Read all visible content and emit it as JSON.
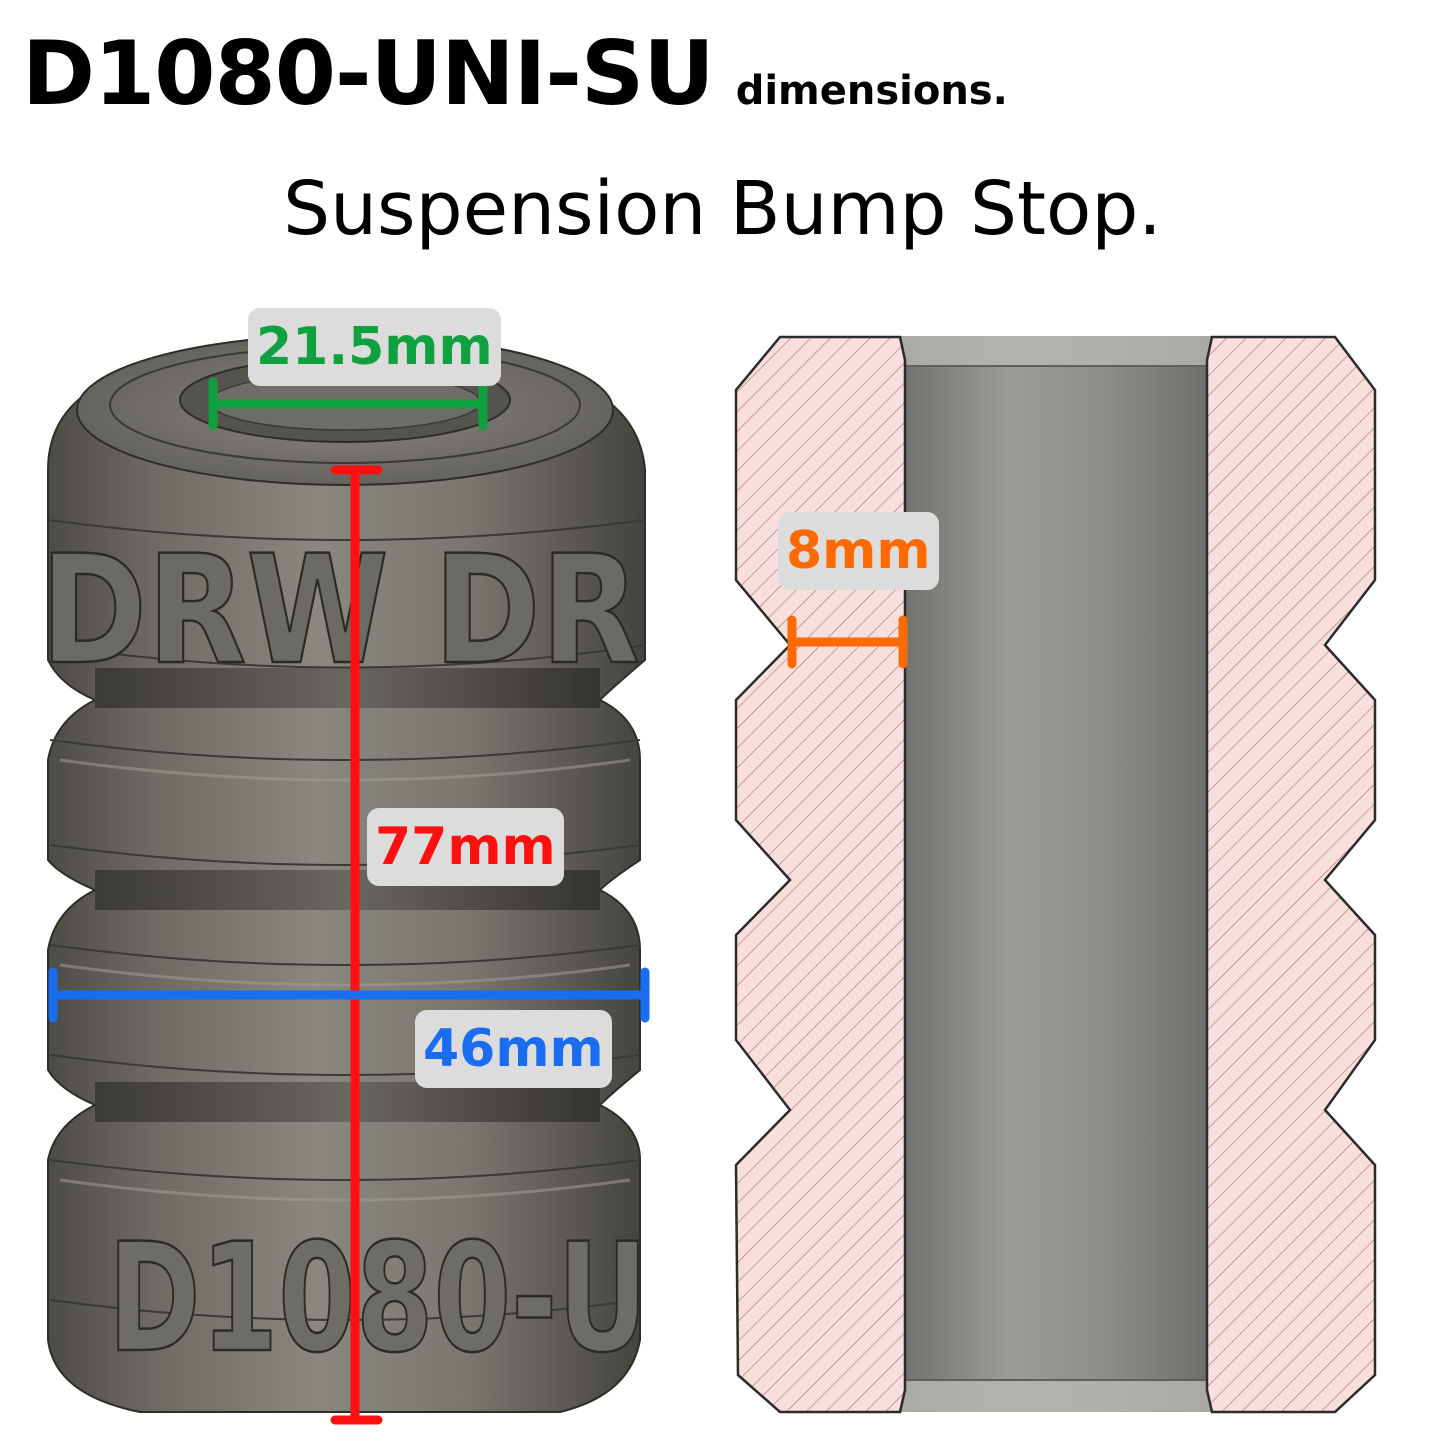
{
  "header": {
    "part_code": "D1080-UNI-SU",
    "part_suffix": "dimensions.",
    "subtitle": "Suspension Bump Stop."
  },
  "render_view": {
    "engraving_top": "DRW DR",
    "engraving_bottom": "D1080-U",
    "body_color": "#7a7770"
  },
  "section_view": {
    "hatch_color": "#f9dede",
    "bore_color": "#8a8c86"
  },
  "dimensions": {
    "bore_diameter": {
      "label": "21.5mm",
      "color": "#10a040"
    },
    "height": {
      "label": "77mm",
      "color": "#ff1010"
    },
    "outer_diameter": {
      "label": "46mm",
      "color": "#1a6cf0"
    },
    "wall_thickness": {
      "label": "8mm",
      "color": "#ff6a00"
    }
  }
}
